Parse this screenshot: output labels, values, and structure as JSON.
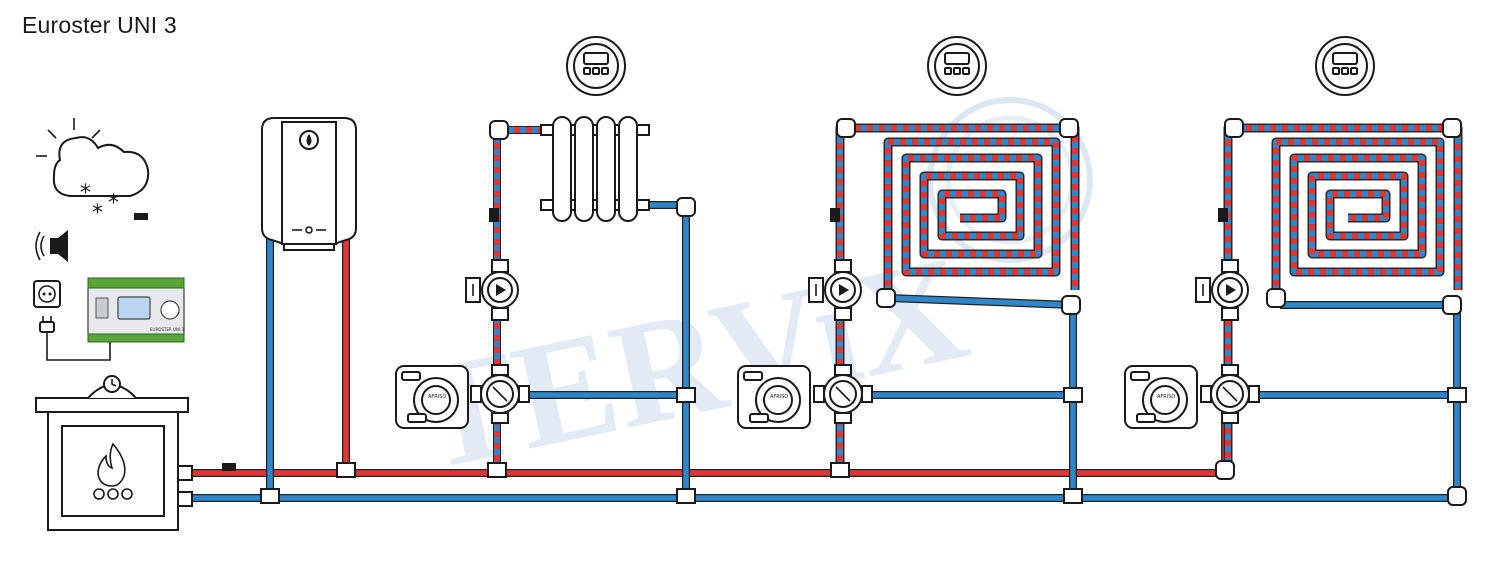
{
  "title": "Euroster UNI 3",
  "watermark": "TERViX",
  "colors": {
    "supply": "#e23636",
    "return": "#2f86c8",
    "outline": "#1a1a1a",
    "watermark": "#78a0d2"
  },
  "controller_brand": "EUROSTER UNI 3",
  "actuator_brand": "AFRISO",
  "icons": [
    "weather-sensor-icon",
    "sound-alarm-icon",
    "power-socket-icon",
    "power-plug-icon",
    "boiler-flame-icon",
    "thermostat-icon"
  ]
}
